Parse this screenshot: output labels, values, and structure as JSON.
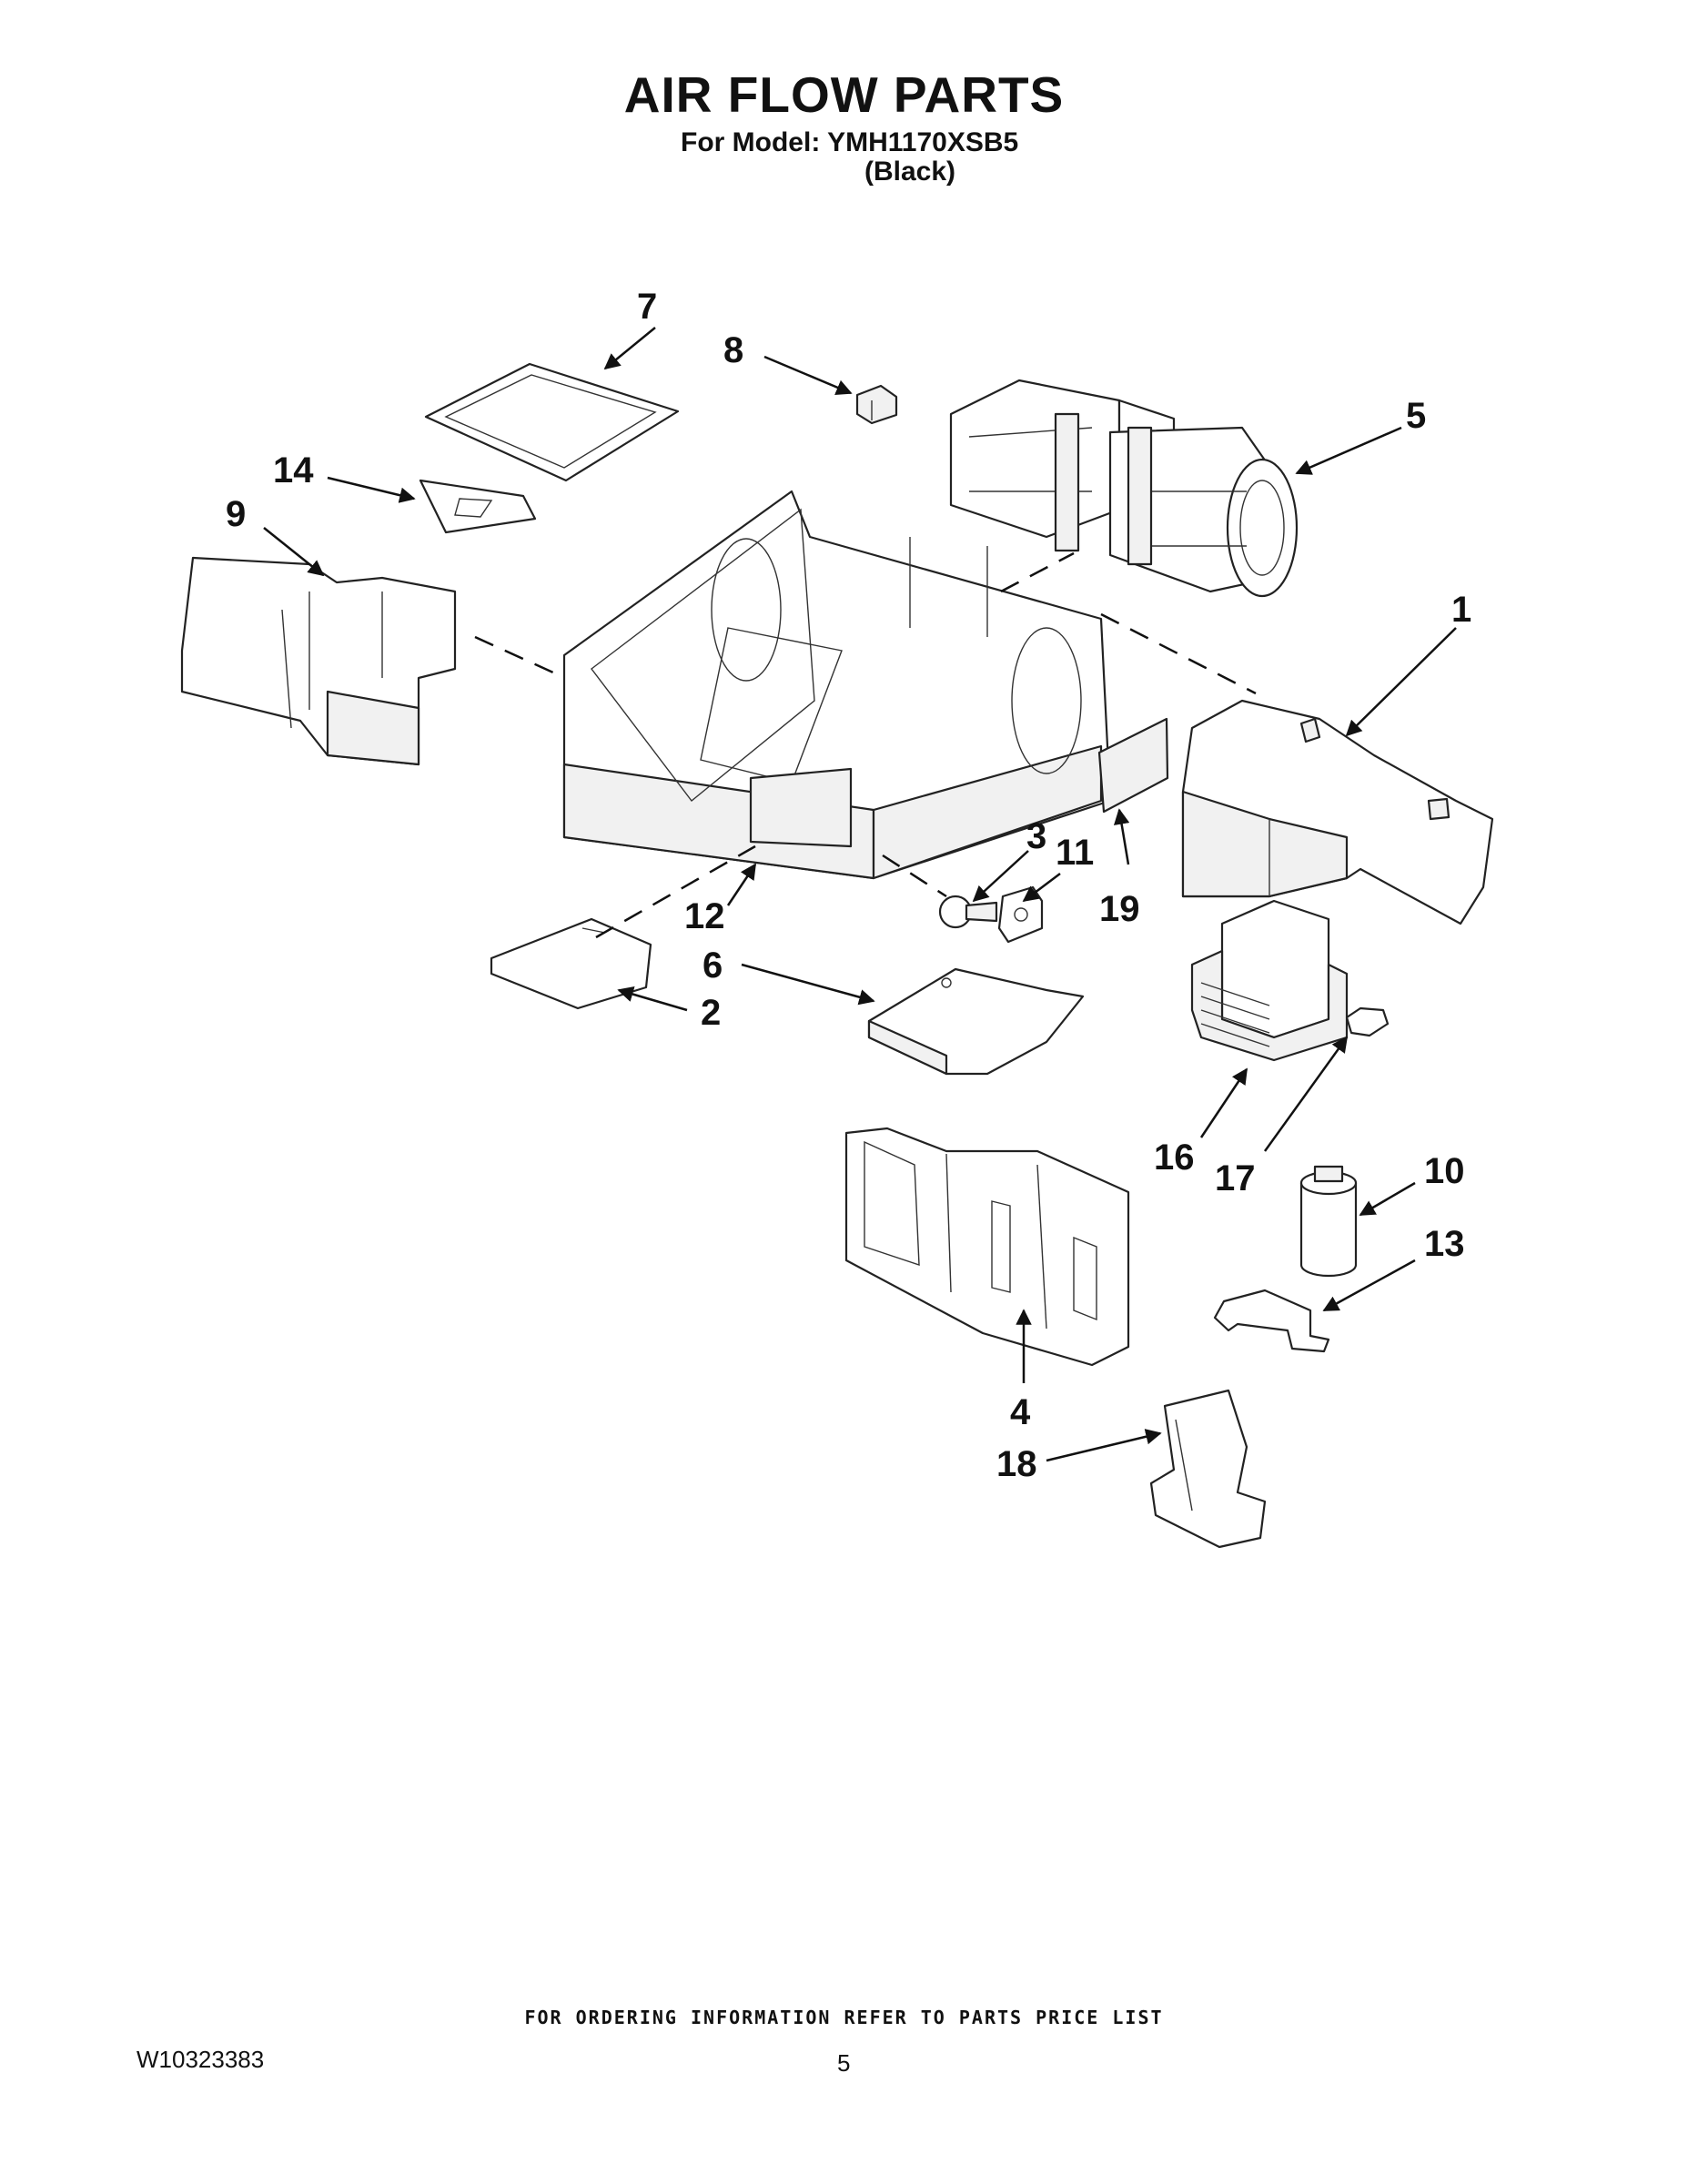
{
  "header": {
    "title": "AIR FLOW PARTS",
    "model_line": "For Model: YMH1170XSB5",
    "color_line": "(Black)"
  },
  "callouts": {
    "n1": "1",
    "n2": "2",
    "n3": "3",
    "n4": "4",
    "n5": "5",
    "n6": "6",
    "n7": "7",
    "n8": "8",
    "n9": "9",
    "n10": "10",
    "n11": "11",
    "n12": "12",
    "n13": "13",
    "n14": "14",
    "n16": "16",
    "n17": "17",
    "n18": "18",
    "n19": "19"
  },
  "footer": {
    "ordering_note": "FOR ORDERING INFORMATION REFER TO PARTS PRICE LIST",
    "document_number": "W10323383",
    "page_number": "5"
  }
}
